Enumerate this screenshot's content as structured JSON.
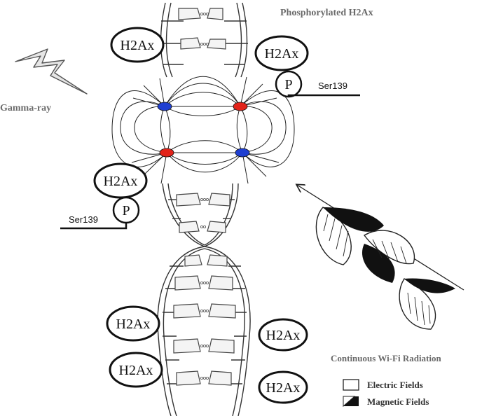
{
  "labels": {
    "phosphorylated": "Phosphorylated H2Ax",
    "gamma_ray": "Gamma-ray",
    "wifi": "Continuous Wi-Fi Radiation",
    "h2ax": "H2Ax",
    "p": "P",
    "ser139": "Ser139"
  },
  "legend": {
    "electric": "Electric Fields",
    "magnetic": "Magnetic Fields"
  },
  "colors": {
    "positive_charge": "#e2231a",
    "negative_charge": "#1f3fd1",
    "line": "#222222",
    "bolt_fill": "#e6e6e6",
    "title_text": "#6b6b6b"
  }
}
